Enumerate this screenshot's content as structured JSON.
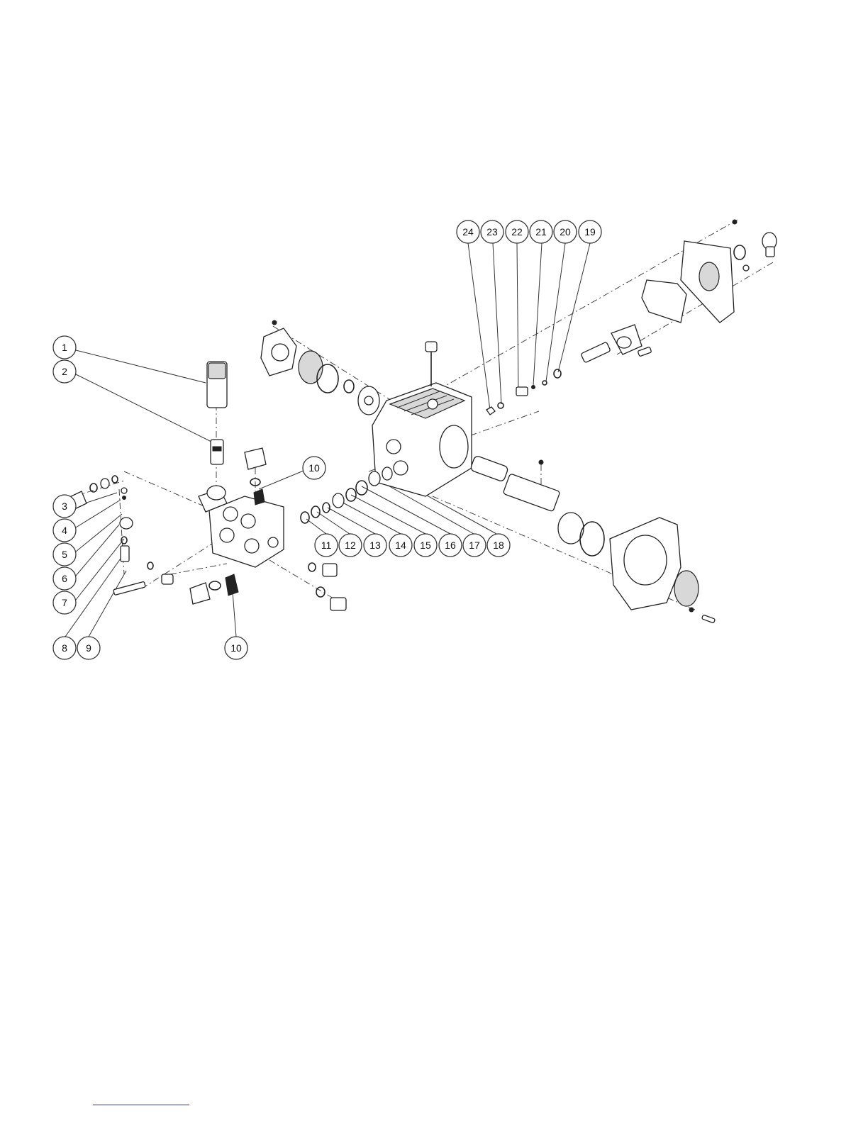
{
  "diagram": {
    "callouts": [
      {
        "label": "1"
      },
      {
        "label": "2"
      },
      {
        "label": "3"
      },
      {
        "label": "4"
      },
      {
        "label": "5"
      },
      {
        "label": "6"
      },
      {
        "label": "7"
      },
      {
        "label": "8"
      },
      {
        "label": "9"
      },
      {
        "label": "10"
      },
      {
        "label": "10"
      },
      {
        "label": "11"
      },
      {
        "label": "12"
      },
      {
        "label": "13"
      },
      {
        "label": "14"
      },
      {
        "label": "15"
      },
      {
        "label": "16"
      },
      {
        "label": "17"
      },
      {
        "label": "18"
      },
      {
        "label": "19"
      },
      {
        "label": "20"
      },
      {
        "label": "21"
      },
      {
        "label": "22"
      },
      {
        "label": "23"
      },
      {
        "label": "24"
      }
    ]
  },
  "colors": {
    "line": "#222222",
    "footer_rule": "#2b3a8f"
  }
}
